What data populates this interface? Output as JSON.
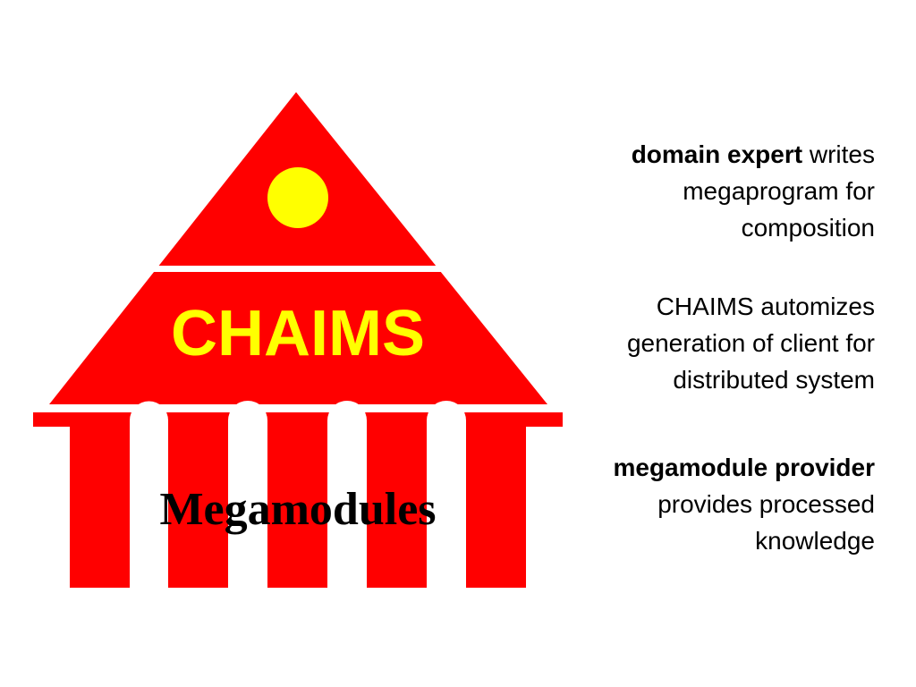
{
  "colors": {
    "red": "#ff0000",
    "yellow": "#ffff00",
    "white": "#ffffff",
    "black": "#000000"
  },
  "icons": {
    "building": "temple-icon",
    "sun": "yellow-circle-icon"
  },
  "diagram": {
    "roof_label": "CHAIMS",
    "base_label": "Megamodules"
  },
  "captions": [
    {
      "bold_text": "domain expert",
      "line1_rest": " writes",
      "line2": "megaprogram for",
      "line3": "composition"
    },
    {
      "line1": "CHAIMS automizes",
      "line2": "generation of client for",
      "line3": "distributed system"
    },
    {
      "bold_text": "megamodule provider",
      "line2": "provides processed",
      "line3": "knowledge"
    }
  ]
}
